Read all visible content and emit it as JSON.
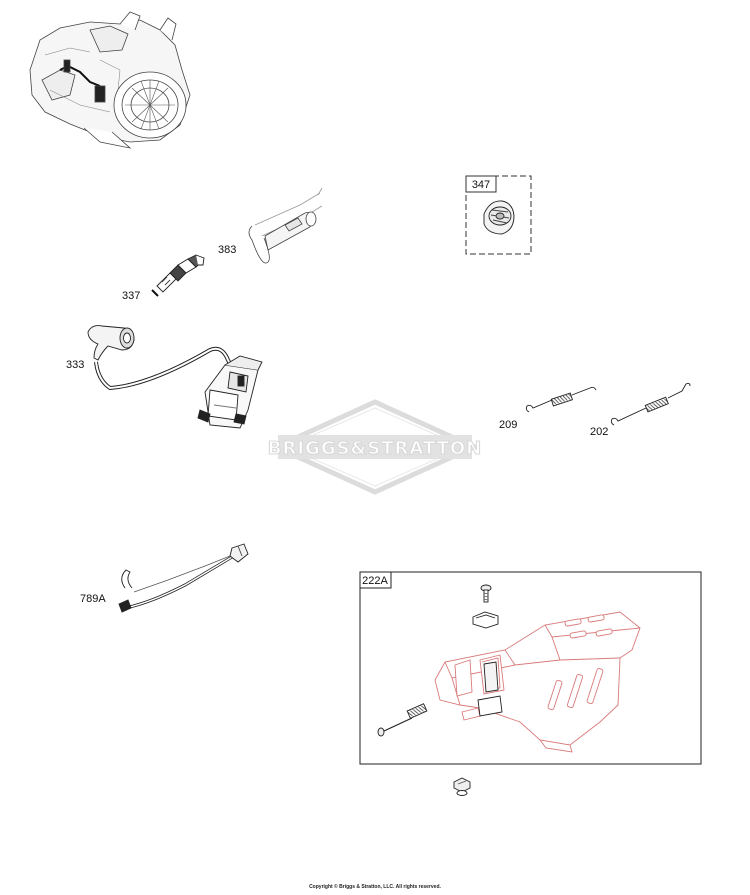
{
  "watermark": "BRIGGS&STRATTON",
  "copyright": "Copyright © Briggs & Stratton, LLC. All rights reserved.",
  "callouts": {
    "c383": "383",
    "c337": "337",
    "c333": "333",
    "c789A": "789A",
    "c209": "209",
    "c202": "202"
  },
  "boxes": {
    "b347": "347",
    "b222A": "222A"
  },
  "icons": [
    "engine-assembly-icon",
    "spark-plug-wrench-icon",
    "spark-plug-icon",
    "ignition-coil-icon",
    "spark-plug-cap-icon",
    "spring-icon",
    "wire-lead-icon",
    "air-guide-cover-icon",
    "bolt-icon"
  ]
}
